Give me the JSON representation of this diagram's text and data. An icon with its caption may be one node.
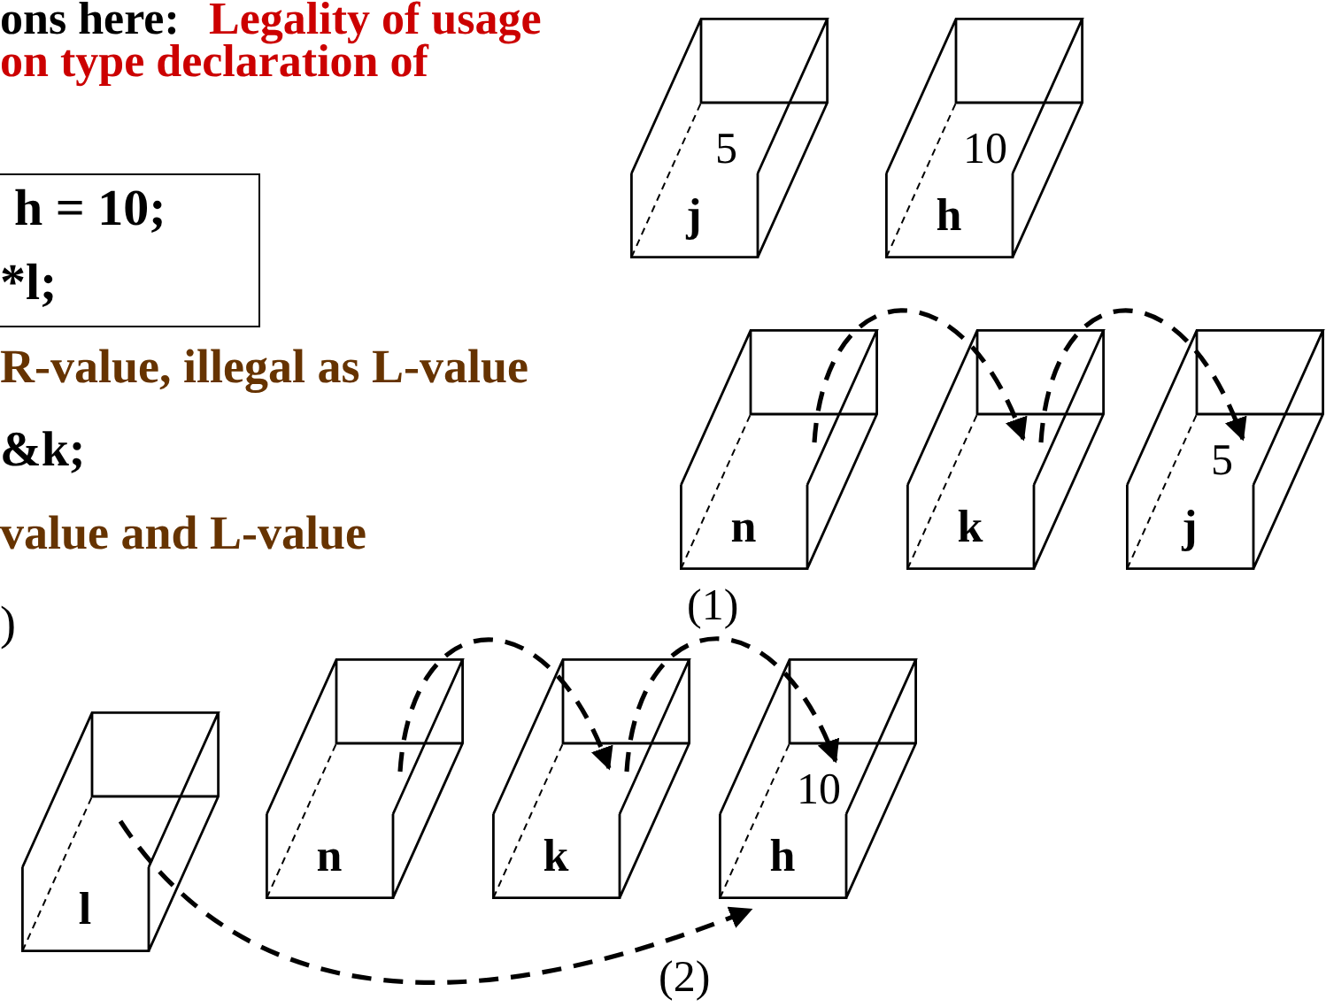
{
  "diagram": {
    "nodes": [
      {
        "text": [
          "j",
          "5"
        ]
      },
      {
        "text": [
          "h",
          "10"
        ]
      },
      {
        "text": [
          "n"
        ]
      },
      {
        "text": [
          "k"
        ]
      },
      {
        "text": [
          "j",
          "5"
        ]
      },
      {
        "text": [
          "l"
        ]
      },
      {
        "text": [
          "n"
        ]
      },
      {
        "text": [
          "k"
        ]
      },
      {
        "text": [
          "h",
          "10"
        ]
      }
    ],
    "edges": [
      {
        "from": 2,
        "to": 3,
        "arrow": "to",
        "style": "dashed"
      },
      {
        "from": 3,
        "to": 4,
        "arrow": "to",
        "style": "dashed"
      },
      {
        "from": 6,
        "to": 7,
        "arrow": "to",
        "style": "dashed"
      },
      {
        "from": 7,
        "to": 8,
        "arrow": "to",
        "style": "dashed",
        "label": "(1)"
      },
      {
        "from": 5,
        "to": 8,
        "arrow": "to",
        "style": "dashed",
        "label": "(2)"
      }
    ],
    "labels": [
      "ons here:",
      "Legality of usage",
      "on type declaration of",
      "h = 10;",
      "*l;",
      "R-value, illegal as L-value",
      "&k;",
      "value and L-value",
      ")"
    ]
  }
}
